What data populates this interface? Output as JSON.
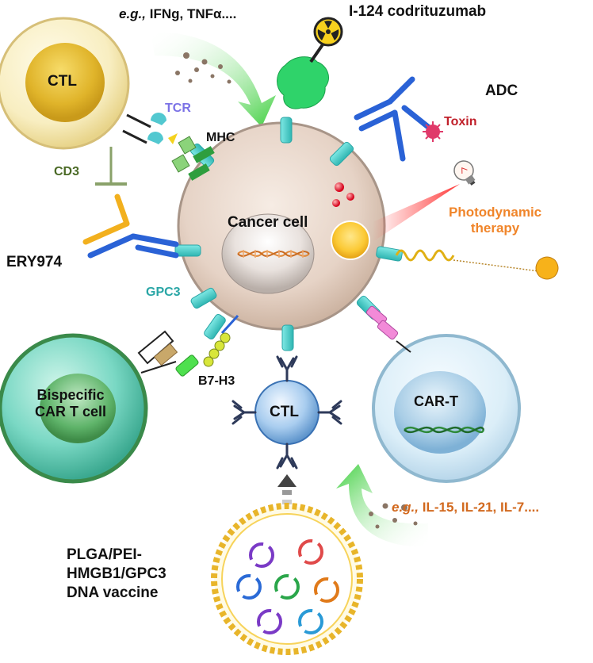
{
  "labels": {
    "cytokines_top_prefix": "e.g.,",
    "cytokines_top": "IFNg, TNFα....",
    "radio_antibody": "I-124 codrituzumab",
    "ctl_top": "CTL",
    "tcr": "TCR",
    "mhc": "MHC",
    "adc": "ADC",
    "toxin": "Toxin",
    "cd3": "CD3",
    "cancer_cell": "Cancer cell",
    "photodynamic_line1": "Photodynamic",
    "photodynamic_line2": "therapy",
    "ery974": "ERY974",
    "gpc3": "GPC3",
    "b7h3": "B7-H3",
    "bispecific_line1": "Bispecific",
    "bispecific_line2": "CAR T cell",
    "ctl_center": "CTL",
    "cart": "CAR-T",
    "cytokines_bottom_prefix": "e.g.,",
    "cytokines_bottom": "IL-15, IL-21, IL-7....",
    "vaccine_line1": "PLGA/PEI-",
    "vaccine_line2": "HMGB1/GPC3",
    "vaccine_line3": "DNA vaccine"
  },
  "colors": {
    "text_dark": "#111111",
    "tcr_blue": "#7b72e6",
    "cd3_green": "#4b6a26",
    "toxin_red": "#c0202a",
    "photodynamic_orange": "#f0852a",
    "gpc3_teal": "#2aa6a6",
    "cytokine_orange": "#d2691e",
    "antibody_blue": "#2a62d6",
    "antibody_yellow": "#f2b01e",
    "receptor_teal": "#52d3d0"
  },
  "icons": [
    "radiation-icon",
    "light-bulb-icon",
    "toxin-icon",
    "dna-icon",
    "antibody-icon",
    "liposome-icon",
    "plasmid-icon"
  ]
}
